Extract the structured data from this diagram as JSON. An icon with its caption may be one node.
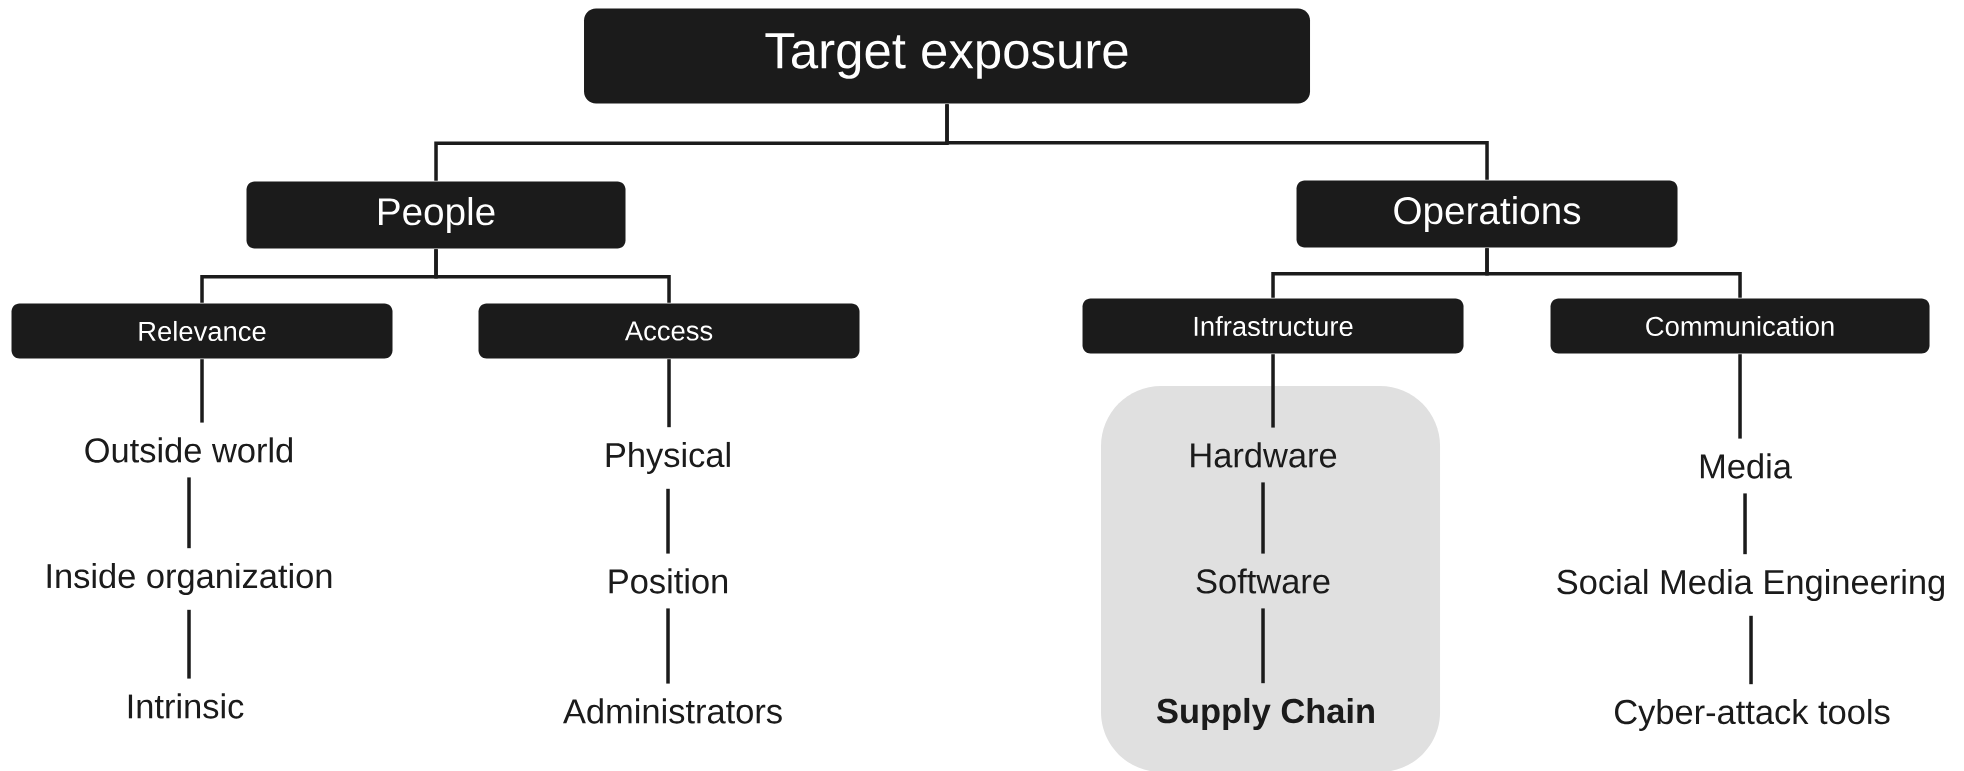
{
  "diagram": {
    "nodes": [
      {
        "text": [
          "Target exposure"
        ]
      },
      {
        "text": [
          "People"
        ]
      },
      {
        "text": [
          "Operations"
        ]
      },
      {
        "text": [
          "Relevance"
        ]
      },
      {
        "text": [
          "Access"
        ]
      },
      {
        "text": [
          "Infrastructure"
        ]
      },
      {
        "text": [
          "Communication"
        ]
      },
      {
        "text": [
          "Outside world"
        ]
      },
      {
        "text": [
          "Inside organization"
        ]
      },
      {
        "text": [
          "Intrinsic"
        ]
      },
      {
        "text": [
          "Physical"
        ]
      },
      {
        "text": [
          "Position"
        ]
      },
      {
        "text": [
          "Administrators"
        ]
      },
      {
        "text": [],
        "shape": "box"
      },
      {
        "text": [
          "Hardware"
        ],
        "in": 13
      },
      {
        "text": [
          "Software"
        ],
        "in": 13
      },
      {
        "text": [
          "Supply Chain"
        ],
        "in": 13
      },
      {
        "text": [
          "Media"
        ]
      },
      {
        "text": [
          "Social Media Engineering"
        ]
      },
      {
        "text": [
          "Cyber-attack tools"
        ]
      }
    ],
    "edges": [
      {
        "from": 0,
        "to": 1,
        "arrow": "none"
      },
      {
        "from": 0,
        "to": 2,
        "arrow": "none"
      },
      {
        "from": 1,
        "to": 3,
        "arrow": "none"
      },
      {
        "from": 1,
        "to": 4,
        "arrow": "none"
      },
      {
        "from": 2,
        "to": 5,
        "arrow": "none"
      },
      {
        "from": 2,
        "to": 6,
        "arrow": "none"
      },
      {
        "from": 3,
        "to": 7,
        "arrow": "none"
      },
      {
        "from": 7,
        "to": 8,
        "arrow": "none"
      },
      {
        "from": 8,
        "to": 9,
        "arrow": "none"
      },
      {
        "from": 4,
        "to": 10,
        "arrow": "none"
      },
      {
        "from": 10,
        "to": 11,
        "arrow": "none"
      },
      {
        "from": 11,
        "to": 12,
        "arrow": "none"
      },
      {
        "from": 5,
        "to": 14,
        "arrow": "none"
      },
      {
        "from": 14,
        "to": 15,
        "arrow": "none"
      },
      {
        "from": 15,
        "to": 16,
        "arrow": "none"
      },
      {
        "from": 6,
        "to": 17,
        "arrow": "none"
      },
      {
        "from": 17,
        "to": 18,
        "arrow": "none"
      },
      {
        "from": 18,
        "to": 19,
        "arrow": "none"
      }
    ]
  }
}
